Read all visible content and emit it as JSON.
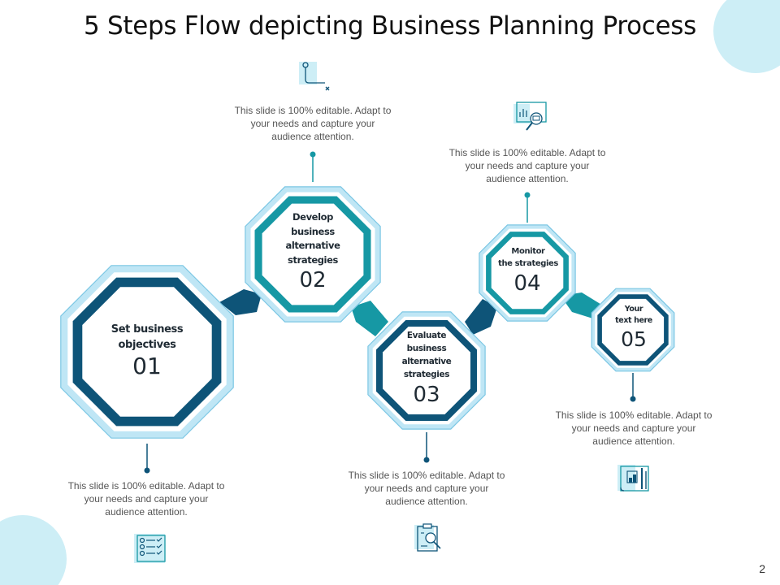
{
  "title": "5 Steps Flow depicting Business Planning Process",
  "page_number": "2",
  "colors": {
    "navy": "#0e5478",
    "teal": "#1698a4",
    "light_blue": "#bfe6f5",
    "outline": "#7cc7e4",
    "deco": "#cdeef6"
  },
  "steps": [
    {
      "label_lines": [
        "Set business",
        "objectives"
      ],
      "number": "01",
      "icon": "checklist-icon",
      "description": [
        "This slide is 100% editable. Adapt to",
        "your needs and capture your",
        "audience attention."
      ]
    },
    {
      "label_lines": [
        "Develop",
        "business",
        "alternative",
        "strategies"
      ],
      "number": "02",
      "icon": "route-icon",
      "description": [
        "This slide is 100% editable. Adapt to",
        "your needs and capture your",
        "audience attention."
      ]
    },
    {
      "label_lines": [
        "Evaluate",
        "business",
        "alternative",
        "strategies"
      ],
      "number": "03",
      "icon": "clipboard-search-icon",
      "description": [
        "This slide is 100% editable. Adapt to",
        "your needs and capture your",
        "audience attention."
      ]
    },
    {
      "label_lines": [
        "Monitor",
        "the strategies"
      ],
      "number": "04",
      "icon": "monitor-search-icon",
      "description": [
        "This slide is 100% editable. Adapt to",
        "your needs and capture your",
        "audience attention."
      ]
    },
    {
      "label_lines": [
        "Your",
        "text here"
      ],
      "number": "05",
      "icon": "blueprint-tools-icon",
      "description": [
        "This slide is 100% editable. Adapt to",
        "your needs and capture your",
        "audience attention."
      ]
    }
  ]
}
